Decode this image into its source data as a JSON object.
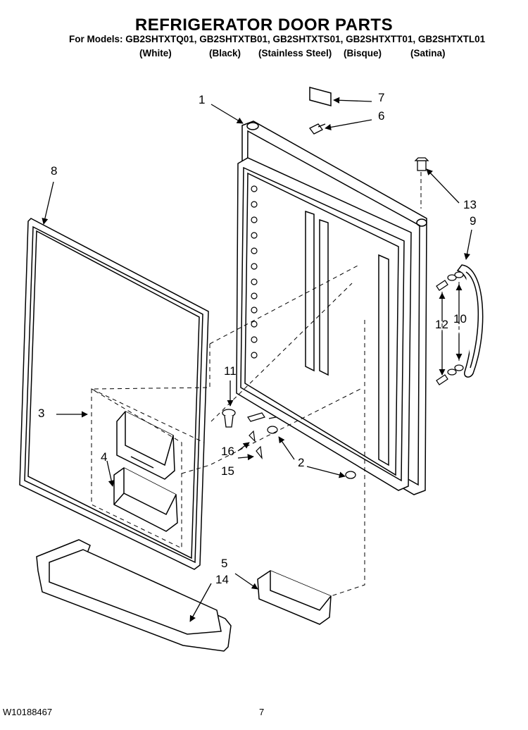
{
  "header": {
    "title": "REFRIGERATOR DOOR PARTS",
    "models_line": "For Models: GB2SHTXTQ01, GB2SHTXTB01, GB2SHTXTS01, GB2SHTXTT01, GB2SHTXTL01",
    "variants": [
      "(White)",
      "(Black)",
      "(Stainless Steel)",
      "(Bisque)",
      "(Satina)"
    ]
  },
  "callouts": [
    "1",
    "2",
    "3",
    "4",
    "5",
    "6",
    "7",
    "8",
    "9",
    "10",
    "11",
    "12",
    "13",
    "14",
    "15",
    "16"
  ],
  "footer": {
    "doc_number": "W10188467",
    "page": "7"
  }
}
